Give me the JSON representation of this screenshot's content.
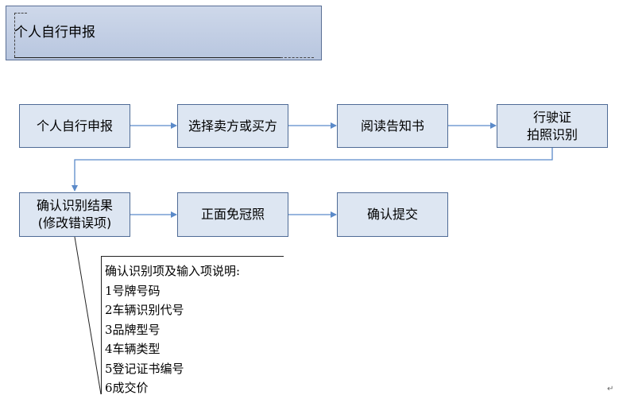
{
  "header": {
    "title": "个人自行申报"
  },
  "flow": {
    "row1": [
      {
        "lines": [
          "个人自行申报"
        ]
      },
      {
        "lines": [
          "选择卖方或买方"
        ]
      },
      {
        "lines": [
          "阅读告知书"
        ]
      },
      {
        "lines": [
          "行驶证",
          "拍照识别"
        ]
      }
    ],
    "row2": [
      {
        "lines": [
          "确认识别结果",
          "(修改错误项)"
        ]
      },
      {
        "lines": [
          "正面免冠照"
        ]
      },
      {
        "lines": [
          "确认提交"
        ]
      }
    ]
  },
  "notes": {
    "title": "确认识别项及输入项说明:",
    "items": [
      "1号牌号码",
      "2车辆识别代号",
      "3品牌型号",
      "4车辆类型",
      "5登记证书编号",
      "6成交价"
    ]
  },
  "colors": {
    "node_fill": "#dde6f2",
    "node_border": "#4f6b96",
    "connector": "#5b8ac9"
  },
  "corner_mark": "↵"
}
